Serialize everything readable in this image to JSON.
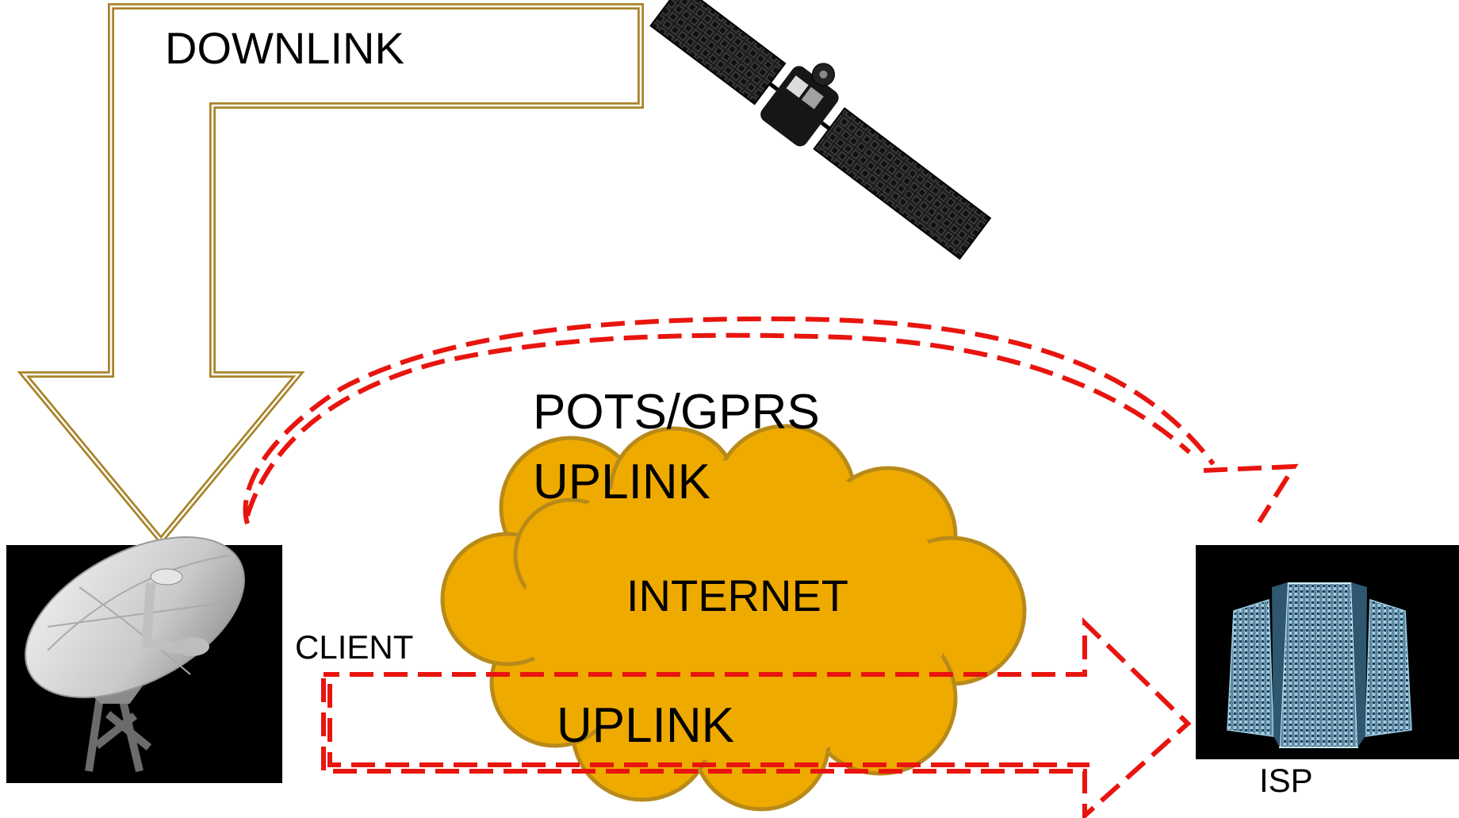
{
  "labels": {
    "downlink": "DOWNLINK",
    "pots_gprs": "POTS/GPRS",
    "pots_uplink": "UPLINK",
    "internet": "INTERNET",
    "uplink": "UPLINK",
    "client": "CLIENT",
    "isp": "ISP"
  },
  "colors": {
    "downlink_arrow": "#A8842A",
    "uplink_dashes": "#E8150F",
    "cloud_fill": "#EFAA00",
    "cloud_stroke": "#B88A1A",
    "node_background": "#000000"
  },
  "icons": {
    "satellite": "satellite-icon",
    "client": "satellite-dish-icon",
    "isp": "server-cluster-icon"
  }
}
